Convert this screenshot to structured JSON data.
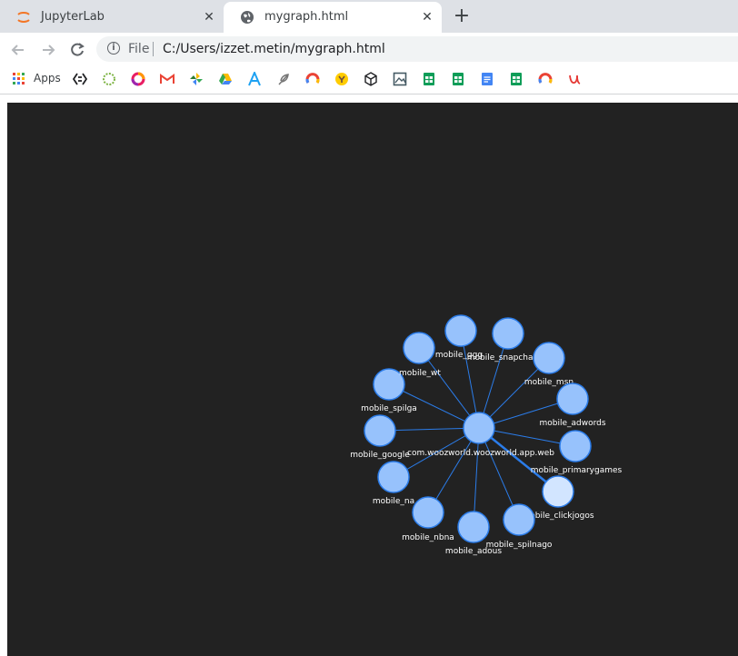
{
  "tabs": [
    {
      "title": "JupyterLab",
      "icon": "jupyter-icon",
      "active": false
    },
    {
      "title": "mygraph.html",
      "icon": "globe-icon",
      "active": true
    }
  ],
  "toolbar": {
    "file_label": "File",
    "url": "C:/Users/izzet.metin/mygraph.html"
  },
  "bookmarks": {
    "apps_label": "Apps",
    "icons": [
      "apps-grid-icon",
      "code-brackets-icon",
      "circle-logo-icon",
      "color-ring-icon",
      "gmail-icon",
      "pinwheel-icon",
      "google-drive-icon",
      "letter-a-icon",
      "feather-icon",
      "rainbow-ring-icon",
      "yellow-badge-icon",
      "unity-icon",
      "image-icon",
      "sheets-icon",
      "sheets-icon",
      "docs-icon",
      "sheets-icon",
      "rainbow-ring-icon",
      "script-u-icon"
    ]
  },
  "graph": {
    "background": "#222222",
    "node_color": "#97c2fc",
    "node_border": "#2b7ce9",
    "highlight_color": "#d2e5ff",
    "edge_color": "#2b7ce9",
    "center": {
      "label": "com.woozworld.woozworld.app.web"
    },
    "nodes": [
      {
        "label": "mobile_ggg"
      },
      {
        "label": "mobile_snapchat_int"
      },
      {
        "label": "mobile_msn"
      },
      {
        "label": "mobile_adwords"
      },
      {
        "label": "mobile_primarygames"
      },
      {
        "label": "mobile_clickjogos",
        "selected": true
      },
      {
        "label": "mobile_spilnago"
      },
      {
        "label": "mobile_adous"
      },
      {
        "label": "mobile_nbna"
      },
      {
        "label": "mobile_na"
      },
      {
        "label": "mobile_google"
      },
      {
        "label": "mobile_spilga"
      },
      {
        "label": "mobile_wt"
      }
    ]
  }
}
